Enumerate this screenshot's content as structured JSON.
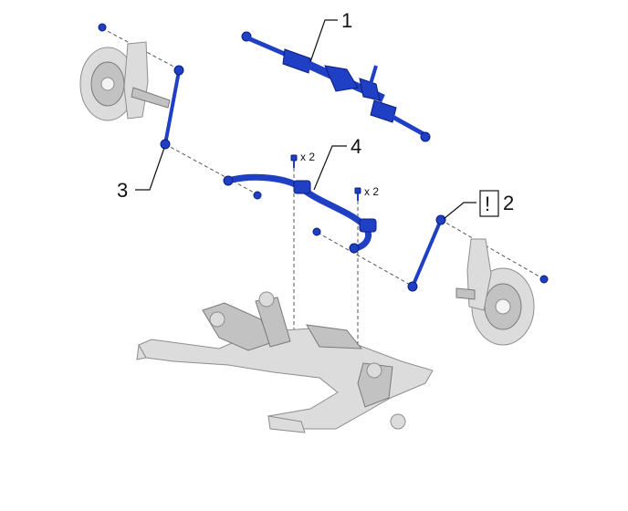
{
  "callouts": {
    "steering_gear": "1",
    "stabilizer_link_rh": "2",
    "stabilizer_link_lh": "3",
    "stabilizer_bar": "4"
  },
  "notice_symbol": "!",
  "quantity_labels": {
    "bushing_bolt_left": "x 2",
    "bushing_bolt_right": "x 2"
  },
  "colors": {
    "highlighted_part": "#1f3fc4",
    "background_part": "#dcdcdc",
    "leader_line": "#111111"
  },
  "icons": [
    "notice-icon"
  ]
}
